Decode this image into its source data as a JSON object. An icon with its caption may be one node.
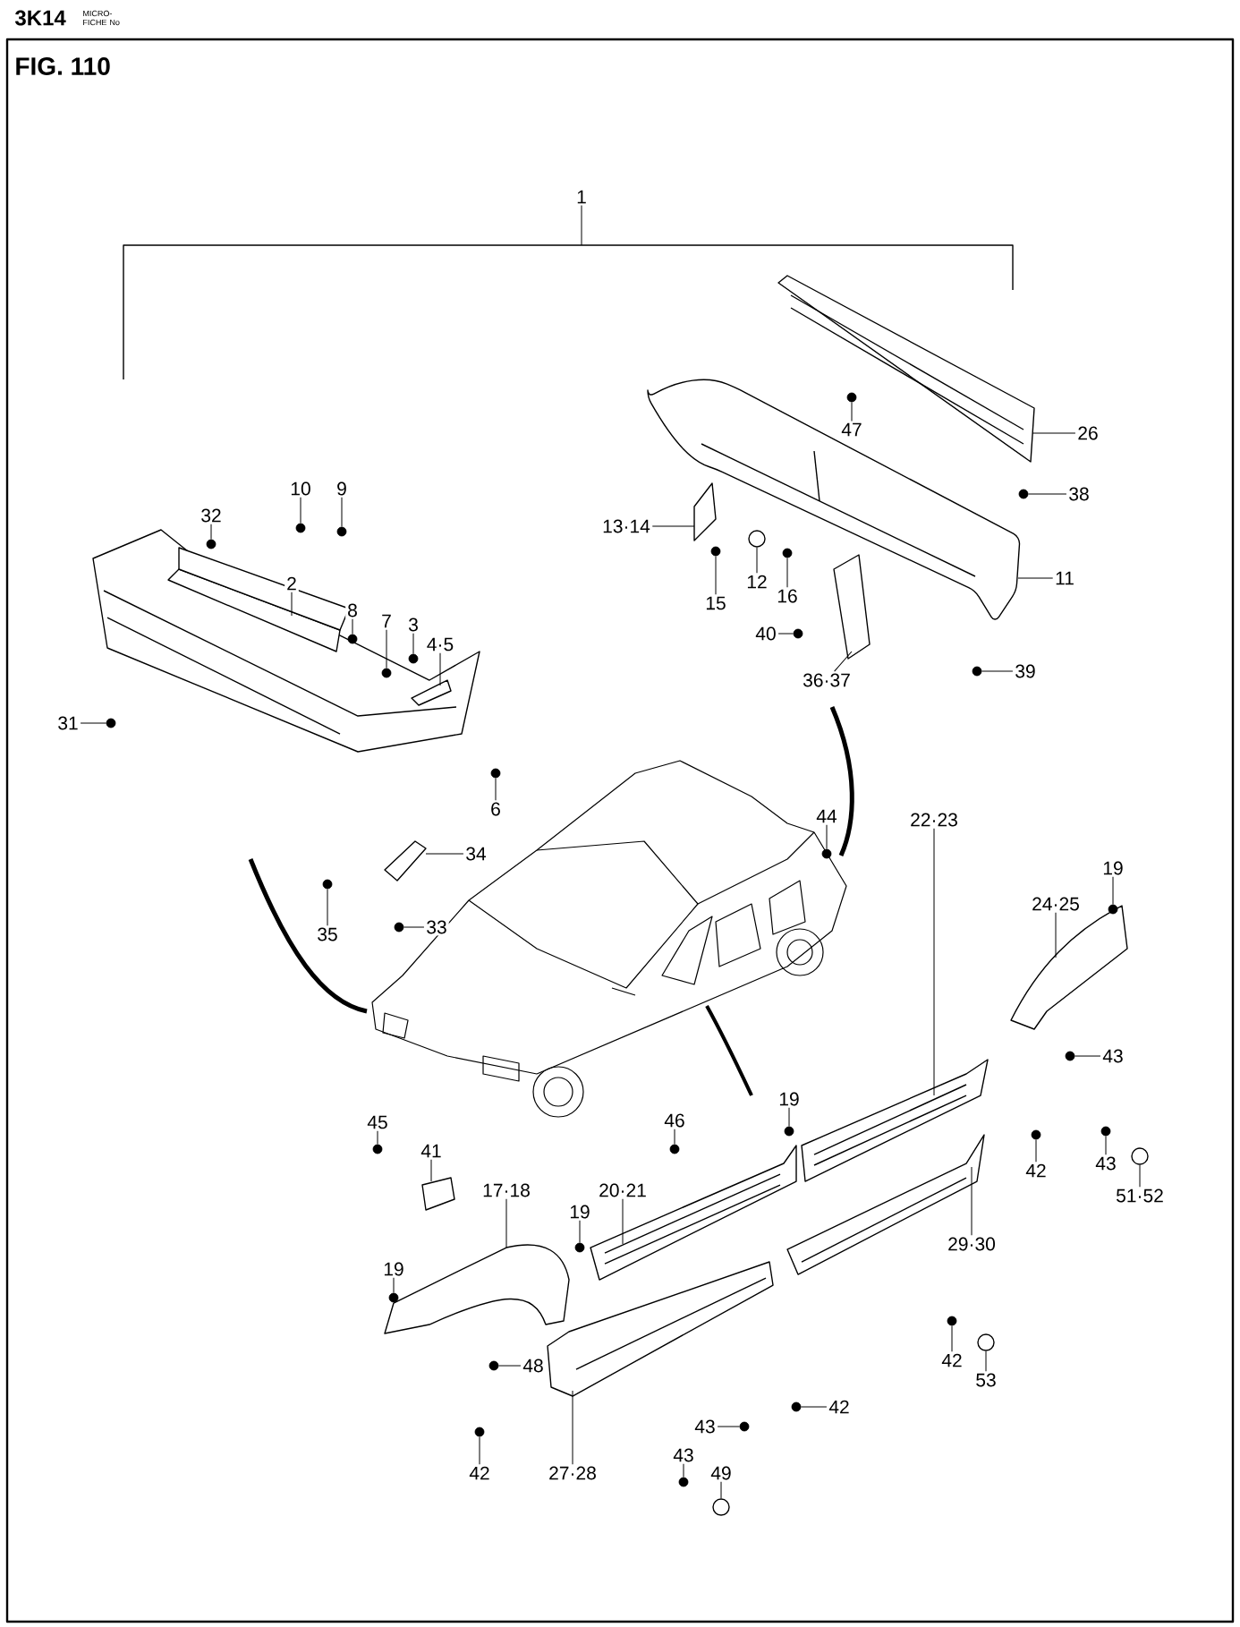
{
  "diagram": {
    "title": "FIG. 110",
    "nodes": [
      {
        "text": [
          "1"
        ]
      },
      {
        "text": [
          "32"
        ]
      },
      {
        "text": [
          "10"
        ]
      },
      {
        "text": [
          "9"
        ]
      },
      {
        "text": [
          "2"
        ]
      },
      {
        "text": [
          "8"
        ]
      },
      {
        "text": [
          "7"
        ]
      },
      {
        "text": [
          "3"
        ]
      },
      {
        "text": [
          "4·5"
        ]
      },
      {
        "text": [
          "31"
        ]
      },
      {
        "text": [
          "6"
        ]
      },
      {
        "text": [
          "47"
        ]
      },
      {
        "text": [
          "26"
        ]
      },
      {
        "text": [
          "13·14"
        ]
      },
      {
        "text": [
          "38"
        ]
      },
      {
        "text": [
          "12"
        ]
      },
      {
        "text": [
          "16"
        ]
      },
      {
        "text": [
          "15"
        ]
      },
      {
        "text": [
          "11"
        ]
      },
      {
        "text": [
          "40"
        ]
      },
      {
        "text": [
          "36·37"
        ]
      },
      {
        "text": [
          "39"
        ]
      },
      {
        "text": [
          "34"
        ]
      },
      {
        "text": [
          "35"
        ]
      },
      {
        "text": [
          "33"
        ]
      },
      {
        "text": [
          "44"
        ]
      },
      {
        "text": [
          "22·23"
        ]
      },
      {
        "text": [
          "19"
        ]
      },
      {
        "text": [
          "24·25"
        ]
      },
      {
        "text": [
          "43"
        ]
      },
      {
        "text": [
          "45"
        ]
      },
      {
        "text": [
          "41"
        ]
      },
      {
        "text": [
          "46"
        ]
      },
      {
        "text": [
          "19"
        ]
      },
      {
        "text": [
          "20·21"
        ]
      },
      {
        "text": [
          "19"
        ]
      },
      {
        "text": [
          "17·18"
        ]
      },
      {
        "text": [
          "19"
        ]
      },
      {
        "text": [
          "42"
        ]
      },
      {
        "text": [
          "43"
        ]
      },
      {
        "text": [
          "51·52"
        ]
      },
      {
        "text": [
          "29·30"
        ]
      },
      {
        "text": [
          "48"
        ]
      },
      {
        "text": [
          "42"
        ]
      },
      {
        "text": [
          "53"
        ]
      },
      {
        "text": [
          "43"
        ]
      },
      {
        "text": [
          "42"
        ]
      },
      {
        "text": [
          "42"
        ]
      },
      {
        "text": [
          "27·28"
        ]
      },
      {
        "text": [
          "43"
        ]
      },
      {
        "text": [
          "49"
        ]
      },
      {
        "text": [],
        "shape": "circle"
      },
      {
        "text": [],
        "shape": "circle"
      },
      {
        "text": [],
        "shape": "circle"
      },
      {
        "text": [],
        "shape": "circle"
      },
      {
        "text": [],
        "shape": "circle"
      },
      {
        "text": [],
        "shape": "circle"
      },
      {
        "text": [],
        "shape": "circle"
      },
      {
        "text": [],
        "shape": "circle"
      },
      {
        "text": [],
        "shape": "circle"
      },
      {
        "text": [],
        "shape": "circle"
      },
      {
        "text": [],
        "shape": "circle"
      },
      {
        "text": [],
        "shape": "circle"
      },
      {
        "text": [],
        "shape": "circle"
      },
      {
        "text": [],
        "shape": "circle"
      },
      {
        "text": [],
        "shape": "circle"
      },
      {
        "text": [],
        "shape": "circle"
      },
      {
        "text": [],
        "shape": "circle"
      },
      {
        "text": [],
        "shape": "circle"
      },
      {
        "text": [],
        "shape": "circle"
      },
      {
        "text": [],
        "shape": "circle"
      },
      {
        "text": [],
        "shape": "circle"
      },
      {
        "text": [],
        "shape": "circle"
      },
      {
        "text": [],
        "shape": "circle"
      },
      {
        "text": [],
        "shape": "circle"
      },
      {
        "text": [],
        "shape": "circle"
      },
      {
        "text": [],
        "shape": "circle"
      },
      {
        "text": [],
        "shape": "circle"
      },
      {
        "text": [],
        "shape": "circle"
      },
      {
        "text": [],
        "shape": "circle"
      },
      {
        "text": [],
        "shape": "circle"
      },
      {
        "text": [],
        "shape": "circle"
      },
      {
        "text": [],
        "shape": "circle"
      },
      {
        "text": [],
        "shape": "circle"
      },
      {
        "text": [],
        "shape": "circle"
      },
      {
        "text": [],
        "shape": "circle"
      },
      {
        "text": [],
        "shape": "circle"
      },
      {
        "text": [],
        "shape": "picture"
      },
      {
        "text": [],
        "shape": "picture"
      },
      {
        "text": [],
        "shape": "picture"
      },
      {
        "text": [],
        "shape": "picture"
      },
      {
        "text": [],
        "shape": "picture"
      },
      {
        "text": [],
        "shape": "picture"
      },
      {
        "text": [],
        "shape": "picture"
      },
      {
        "text": [],
        "shape": "picture"
      },
      {
        "text": [],
        "shape": "picture"
      },
      {
        "text": [],
        "shape": "picture"
      },
      {
        "text": [],
        "shape": "picture"
      },
      {
        "text": [],
        "shape": "picture"
      },
      {
        "text": [],
        "shape": "picture"
      },
      {
        "text": [],
        "shape": "picture"
      },
      {
        "text": [],
        "shape": "picture"
      }
    ],
    "edges": [
      {
        "from": 0,
        "to": 87,
        "arrow": "none"
      },
      {
        "from": 1,
        "to": 51,
        "arrow": "none"
      },
      {
        "from": 2,
        "to": 52,
        "arrow": "none"
      },
      {
        "from": 3,
        "to": 53,
        "arrow": "none"
      },
      {
        "from": 4,
        "to": 101,
        "arrow": "none"
      },
      {
        "from": 5,
        "to": 54,
        "arrow": "none"
      },
      {
        "from": 6,
        "to": 55,
        "arrow": "none"
      },
      {
        "from": 7,
        "to": 56,
        "arrow": "none"
      },
      {
        "from": 8,
        "to": 88,
        "arrow": "none"
      },
      {
        "from": 9,
        "to": 57,
        "arrow": "none"
      },
      {
        "from": 10,
        "to": 58,
        "arrow": "none"
      },
      {
        "from": 11,
        "to": 59,
        "arrow": "none"
      },
      {
        "from": 12,
        "to": 89,
        "arrow": "none"
      },
      {
        "from": 13,
        "to": 90,
        "arrow": "none"
      },
      {
        "from": 14,
        "to": 60,
        "arrow": "none"
      },
      {
        "from": 15,
        "to": 61,
        "arrow": "none"
      },
      {
        "from": 16,
        "to": 62,
        "arrow": "none"
      },
      {
        "from": 17,
        "to": 63,
        "arrow": "none"
      },
      {
        "from": 18,
        "to": 91,
        "arrow": "none"
      },
      {
        "from": 19,
        "to": 64,
        "arrow": "none"
      },
      {
        "from": 20,
        "to": 92,
        "arrow": "none"
      },
      {
        "from": 21,
        "to": 65,
        "arrow": "none"
      },
      {
        "from": 22,
        "to": 93,
        "arrow": "none"
      },
      {
        "from": 23,
        "to": 66,
        "arrow": "none"
      },
      {
        "from": 24,
        "to": 67,
        "arrow": "none"
      },
      {
        "from": 25,
        "to": 68,
        "arrow": "none"
      },
      {
        "from": 26,
        "to": 94,
        "arrow": "none"
      },
      {
        "from": 27,
        "to": 69,
        "arrow": "none"
      },
      {
        "from": 28,
        "to": 95,
        "arrow": "none"
      },
      {
        "from": 29,
        "to": 70,
        "arrow": "none"
      },
      {
        "from": 30,
        "to": 71,
        "arrow": "none"
      },
      {
        "from": 31,
        "to": 96,
        "arrow": "none"
      },
      {
        "from": 32,
        "to": 72,
        "arrow": "none"
      },
      {
        "from": 33,
        "to": 73,
        "arrow": "none"
      },
      {
        "from": 34,
        "to": 97,
        "arrow": "none"
      },
      {
        "from": 35,
        "to": 74,
        "arrow": "none"
      },
      {
        "from": 36,
        "to": 98,
        "arrow": "none"
      },
      {
        "from": 37,
        "to": 75,
        "arrow": "none"
      },
      {
        "from": 38,
        "to": 76,
        "arrow": "none"
      },
      {
        "from": 39,
        "to": 77,
        "arrow": "none"
      },
      {
        "from": 40,
        "to": 78,
        "arrow": "none"
      },
      {
        "from": 41,
        "to": 99,
        "arrow": "none"
      },
      {
        "from": 42,
        "to": 79,
        "arrow": "none"
      },
      {
        "from": 43,
        "to": 80,
        "arrow": "none"
      },
      {
        "from": 44,
        "to": 81,
        "arrow": "none"
      },
      {
        "from": 45,
        "to": 82,
        "arrow": "none"
      },
      {
        "from": 46,
        "to": 83,
        "arrow": "none"
      },
      {
        "from": 47,
        "to": 84,
        "arrow": "none"
      },
      {
        "from": 48,
        "to": 100,
        "arrow": "none"
      },
      {
        "from": 49,
        "to": 85,
        "arrow": "none"
      },
      {
        "from": 50,
        "to": 86,
        "arrow": "none"
      }
    ],
    "labels": [
      "3K14",
      "MICRO- FICHE No"
    ]
  }
}
